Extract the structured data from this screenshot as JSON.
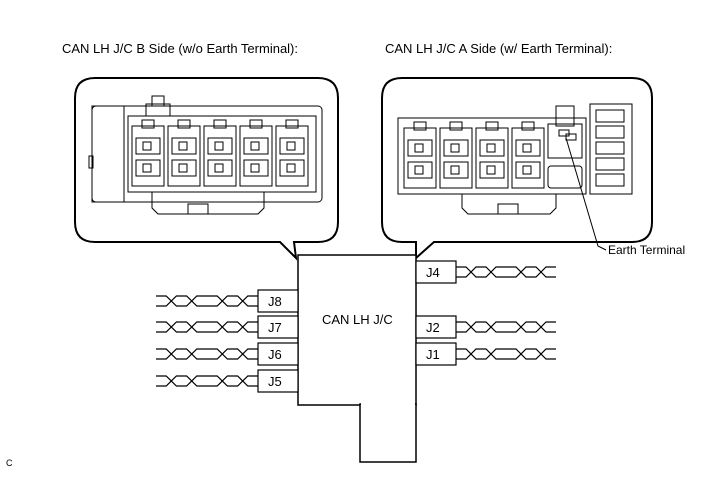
{
  "labels": {
    "left_title": "CAN LH J/C B Side (w/o Earth Terminal):",
    "right_title": "CAN LH J/C A Side (w/ Earth Terminal):",
    "center_box": "CAN LH J/C",
    "earth_terminal": "Earth Terminal",
    "corner_code": "C"
  },
  "left_connectors": [
    "J8",
    "J7",
    "J6",
    "J5"
  ],
  "right_connectors": [
    "J4",
    "J2",
    "J1"
  ]
}
